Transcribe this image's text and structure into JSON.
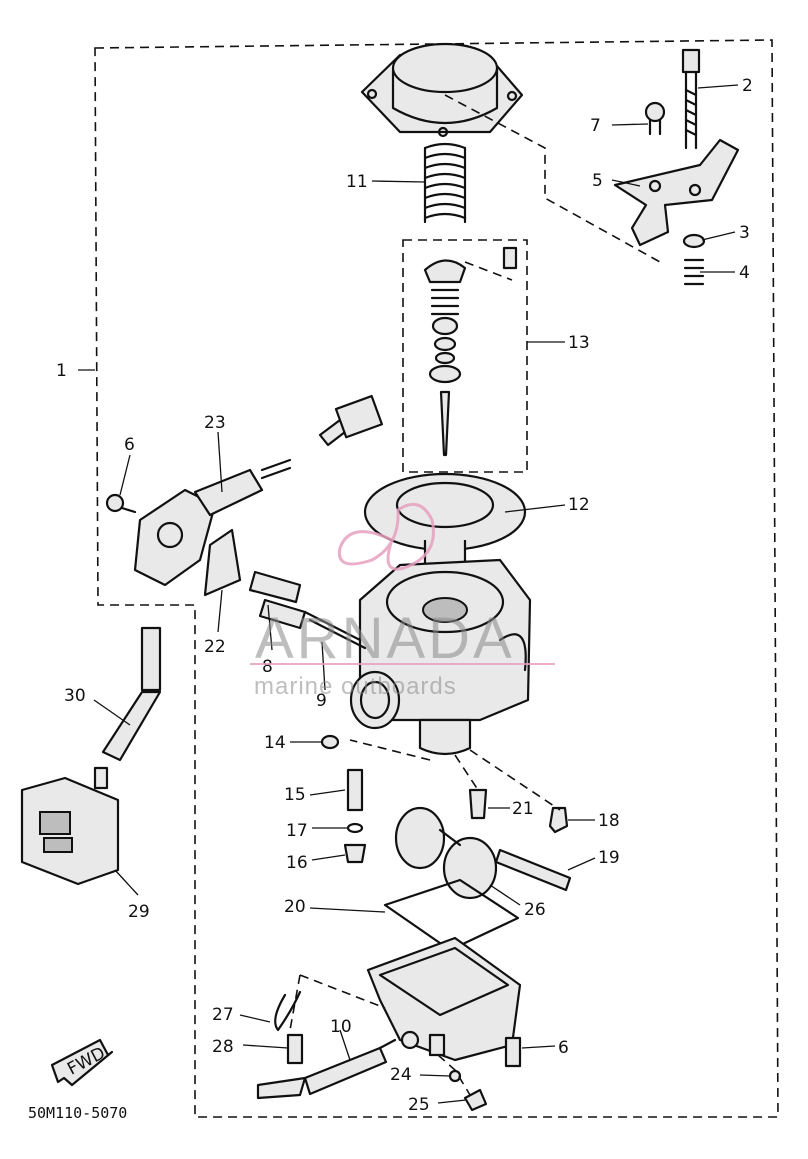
{
  "diagram": {
    "drawing_code": "50M110-5070",
    "fwd_label": "FWD",
    "watermark_brand": "ARNADA",
    "watermark_tagline": "marine outboards",
    "watermark_color": "#e8a0c0",
    "callouts": {
      "c1": "1",
      "c2": "2",
      "c3": "3",
      "c4": "4",
      "c5": "5",
      "c6a": "6",
      "c6b": "6",
      "c7": "7",
      "c8": "8",
      "c9": "9",
      "c10": "10",
      "c11": "11",
      "c12": "12",
      "c13": "13",
      "c14": "14",
      "c15": "15",
      "c16": "16",
      "c17": "17",
      "c18": "18",
      "c19": "19",
      "c20": "20",
      "c21": "21",
      "c22": "22",
      "c23": "23",
      "c24": "24",
      "c25": "25",
      "c26": "26",
      "c27": "27",
      "c28": "28",
      "c29": "29",
      "c30": "30"
    }
  }
}
